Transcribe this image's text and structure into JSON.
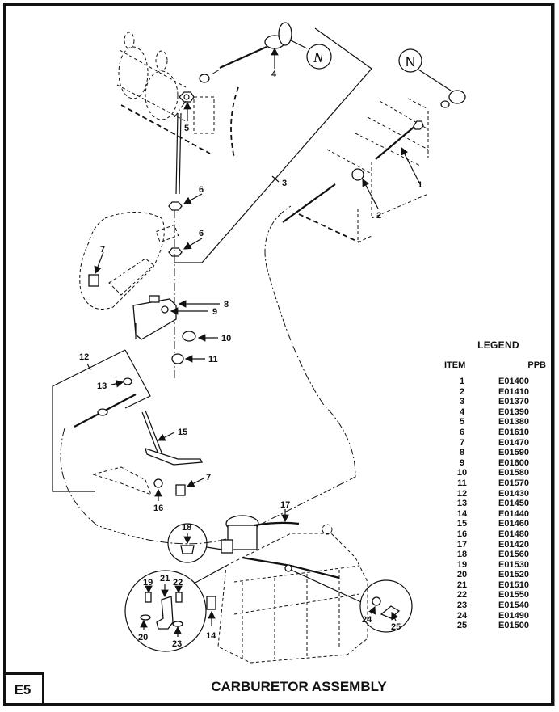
{
  "page": {
    "figure_id": "E5",
    "title": "CARBURETOR ASSEMBLY"
  },
  "legend": {
    "title": "LEGEND",
    "columns": [
      "ITEM",
      "PPB"
    ],
    "rows": [
      {
        "item": "1",
        "ppb": "E01400"
      },
      {
        "item": "2",
        "ppb": "E01410"
      },
      {
        "item": "3",
        "ppb": "E01370"
      },
      {
        "item": "4",
        "ppb": "E01390"
      },
      {
        "item": "5",
        "ppb": "E01380"
      },
      {
        "item": "6",
        "ppb": "E01610"
      },
      {
        "item": "7",
        "ppb": "E01470"
      },
      {
        "item": "8",
        "ppb": "E01590"
      },
      {
        "item": "9",
        "ppb": "E01600"
      },
      {
        "item": "10",
        "ppb": "E01580"
      },
      {
        "item": "11",
        "ppb": "E01570"
      },
      {
        "item": "12",
        "ppb": "E01430"
      },
      {
        "item": "13",
        "ppb": "E01450"
      },
      {
        "item": "14",
        "ppb": "E01440"
      },
      {
        "item": "15",
        "ppb": "E01460"
      },
      {
        "item": "16",
        "ppb": "E01480"
      },
      {
        "item": "17",
        "ppb": "E01420"
      },
      {
        "item": "18",
        "ppb": "E01560"
      },
      {
        "item": "19",
        "ppb": "E01530"
      },
      {
        "item": "20",
        "ppb": "E01520"
      },
      {
        "item": "21",
        "ppb": "E01510"
      },
      {
        "item": "22",
        "ppb": "E01550"
      },
      {
        "item": "23",
        "ppb": "E01540"
      },
      {
        "item": "24",
        "ppb": "E01490"
      },
      {
        "item": "25",
        "ppb": "E01500"
      }
    ]
  },
  "diagram": {
    "knob_symbol": "N",
    "callouts": {
      "c1": "1",
      "c2": "2",
      "c3": "3",
      "c4": "4",
      "c5": "5",
      "c6a": "6",
      "c6b": "6",
      "c7a": "7",
      "c7b": "7",
      "c8": "8",
      "c9": "9",
      "c10": "10",
      "c11": "11",
      "c12": "12",
      "c13": "13",
      "c14": "14",
      "c15": "15",
      "c16": "16",
      "c17": "17",
      "c18": "18",
      "c19": "19",
      "c20": "20",
      "c21": "21",
      "c22": "22",
      "c23": "23",
      "c24": "24",
      "c25": "25"
    }
  }
}
